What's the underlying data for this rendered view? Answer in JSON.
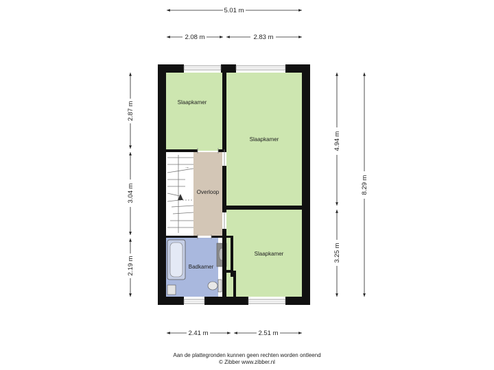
{
  "dimensions": {
    "top_total": "5.01 m",
    "top_left": "2.08 m",
    "top_right": "2.83 m",
    "left_top": "2.87 m",
    "left_middle": "3.04 m",
    "left_bottom": "2.19 m",
    "right_upper": "4.94 m",
    "right_lower": "3.25 m",
    "right_total": "8.29 m",
    "bottom_left": "2.41 m",
    "bottom_right": "2.51 m"
  },
  "rooms": {
    "bedroom_small": "Slaapkamer",
    "bedroom_large": "Slaapkamer",
    "bedroom_bottom": "Slaapkamer",
    "landing": "Overloop",
    "bathroom": "Badkamer"
  },
  "footer": {
    "line1": "Aan de plattegronden kunnen geen rechten worden ontleend",
    "line2": "© Zibber www.zibber.nl"
  },
  "colors": {
    "bedroom": "#cde6b0",
    "landing": "#d3c6b6",
    "bathroom": "#a9b8de",
    "wall": "#111111"
  }
}
